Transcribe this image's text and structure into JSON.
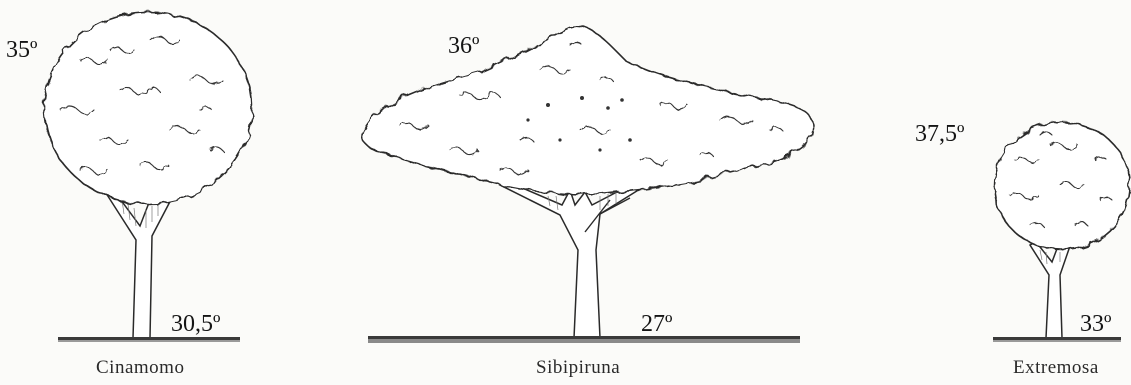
{
  "trees": [
    {
      "id": "cinamomo",
      "name": "Cinamomo",
      "canopy_temp": "35º",
      "ground_temp": "30,5º"
    },
    {
      "id": "sibipiruna",
      "name": "Sibipiruna",
      "canopy_temp": "36º",
      "ground_temp": "27º"
    },
    {
      "id": "extremosa",
      "name": "Extremosa",
      "canopy_temp": "37,5º",
      "ground_temp": "33º"
    }
  ]
}
